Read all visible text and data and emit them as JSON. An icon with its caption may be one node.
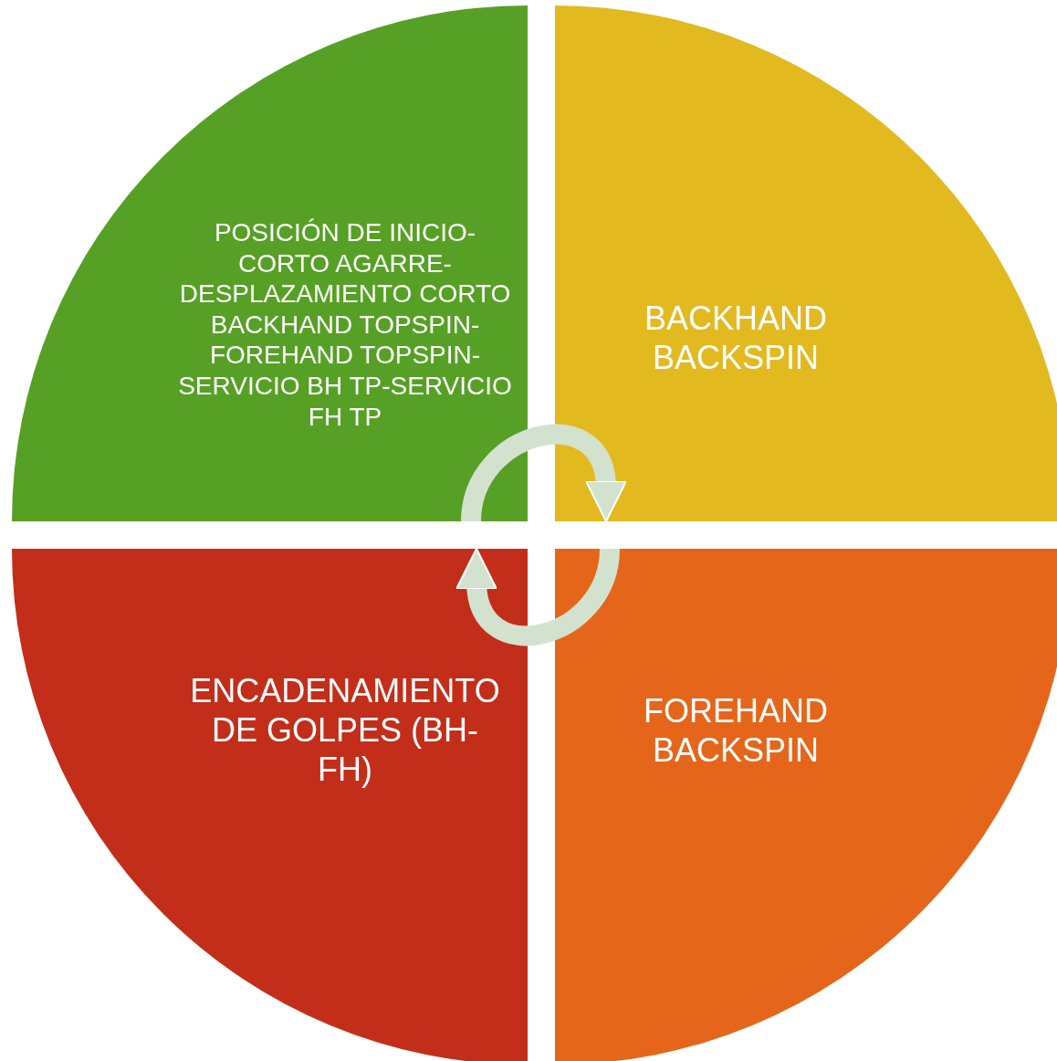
{
  "diagram": {
    "nodes": [
      {
        "text": [
          "POSICIÓN DE INICIO- CORTO AGARRE- DESPLAZAMIENTO CORTO BACKHAND TOPSPIN-FOREHAND TOPSPIN-SERVICIO BH TP-SERVICIO FH TP"
        ]
      },
      {
        "text": [
          "BACKHAND BACKSPIN"
        ]
      },
      {
        "text": [
          "ENCADENAMIENTO DE GOLPES (BH- FH)"
        ]
      },
      {
        "text": [
          "FOREHAND BACKSPIN"
        ]
      }
    ],
    "edges": [
      {
        "from": 0,
        "to": 1,
        "arrow": "to"
      },
      {
        "from": 3,
        "to": 2,
        "arrow": "to"
      }
    ]
  }
}
